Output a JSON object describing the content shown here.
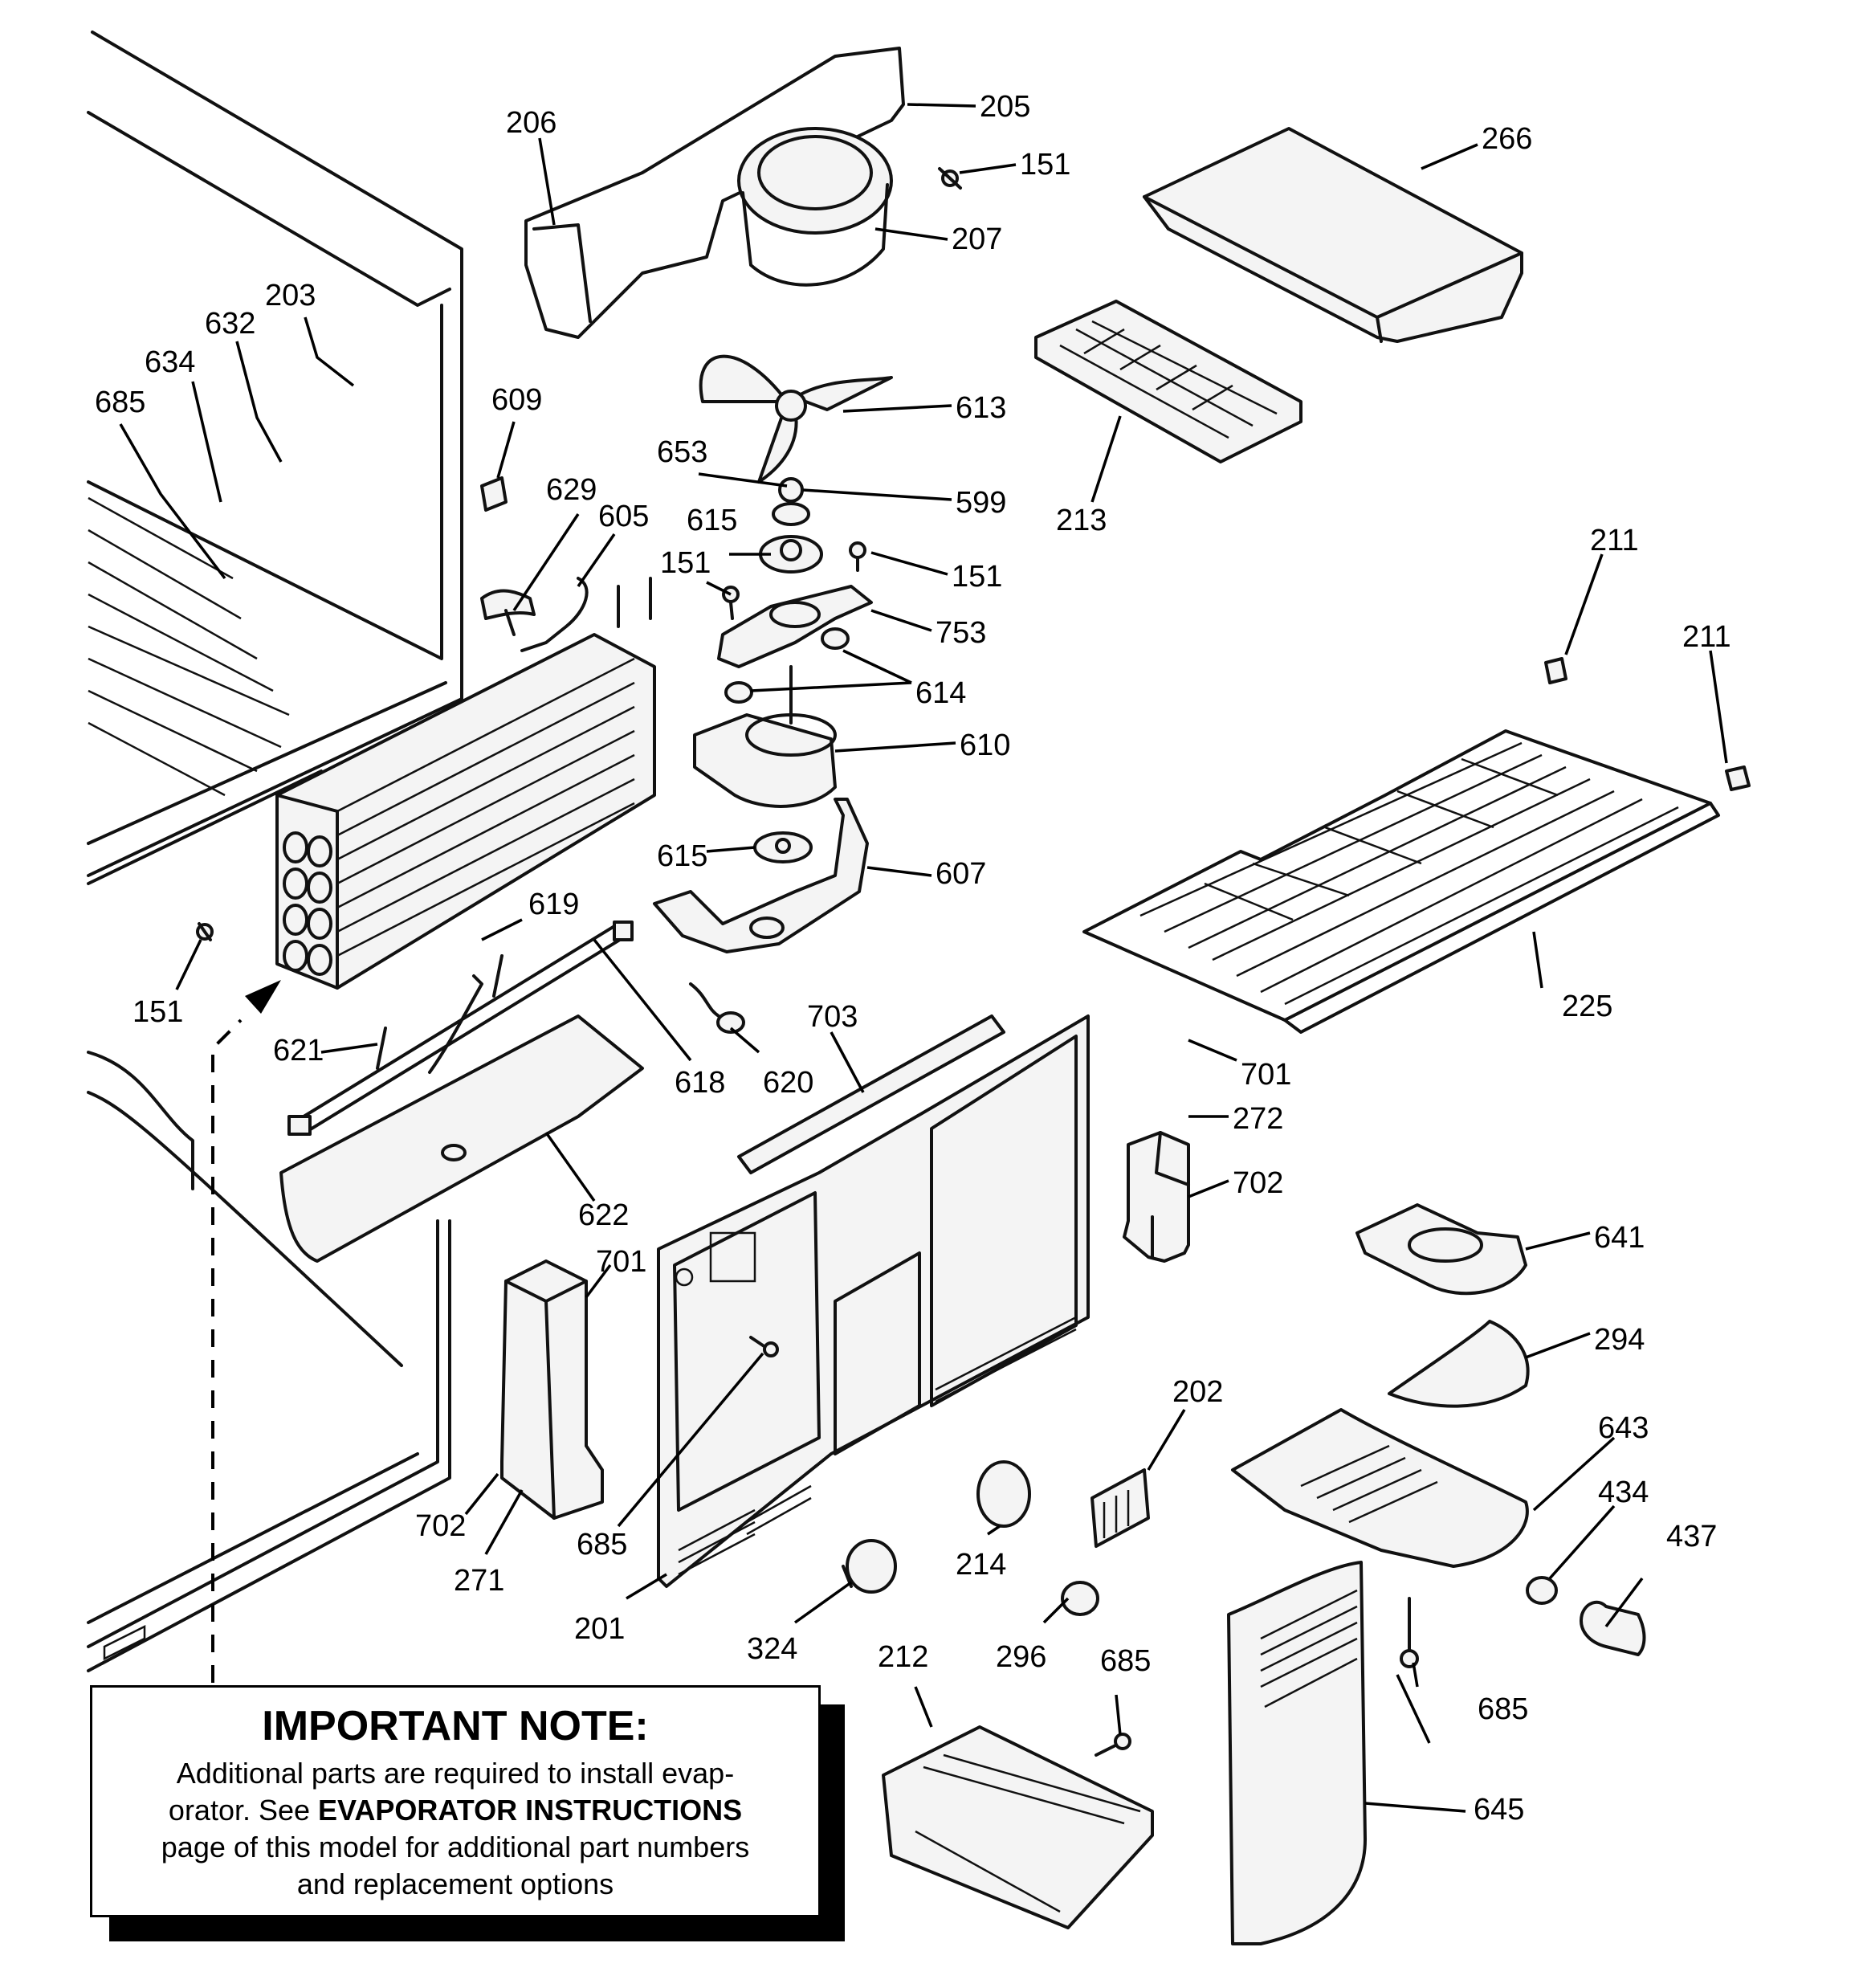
{
  "callouts": [
    {
      "id": "c205",
      "label": "205"
    },
    {
      "id": "c206",
      "label": "206"
    },
    {
      "id": "c151a",
      "label": "151"
    },
    {
      "id": "c207",
      "label": "207"
    },
    {
      "id": "c266",
      "label": "266"
    },
    {
      "id": "c203",
      "label": "203"
    },
    {
      "id": "c632",
      "label": "632"
    },
    {
      "id": "c634",
      "label": "634"
    },
    {
      "id": "c685a",
      "label": "685"
    },
    {
      "id": "c609",
      "label": "609"
    },
    {
      "id": "c613",
      "label": "613"
    },
    {
      "id": "c653",
      "label": "653"
    },
    {
      "id": "c599",
      "label": "599"
    },
    {
      "id": "c213",
      "label": "213"
    },
    {
      "id": "c629",
      "label": "629"
    },
    {
      "id": "c605",
      "label": "605"
    },
    {
      "id": "c615a",
      "label": "615"
    },
    {
      "id": "c151b",
      "label": "151"
    },
    {
      "id": "c151c",
      "label": "151"
    },
    {
      "id": "c753",
      "label": "753"
    },
    {
      "id": "c211a",
      "label": "211"
    },
    {
      "id": "c211b",
      "label": "211"
    },
    {
      "id": "c614",
      "label": "614"
    },
    {
      "id": "c610",
      "label": "610"
    },
    {
      "id": "c615b",
      "label": "615"
    },
    {
      "id": "c607",
      "label": "607"
    },
    {
      "id": "c619",
      "label": "619"
    },
    {
      "id": "c151d",
      "label": "151"
    },
    {
      "id": "c225",
      "label": "225"
    },
    {
      "id": "c621",
      "label": "621"
    },
    {
      "id": "c703",
      "label": "703"
    },
    {
      "id": "c618",
      "label": "618"
    },
    {
      "id": "c620",
      "label": "620"
    },
    {
      "id": "c701a",
      "label": "701"
    },
    {
      "id": "c272",
      "label": "272"
    },
    {
      "id": "c702a",
      "label": "702"
    },
    {
      "id": "c622",
      "label": "622"
    },
    {
      "id": "c641",
      "label": "641"
    },
    {
      "id": "c701b",
      "label": "701"
    },
    {
      "id": "c294",
      "label": "294"
    },
    {
      "id": "c202",
      "label": "202"
    },
    {
      "id": "c643",
      "label": "643"
    },
    {
      "id": "c434",
      "label": "434"
    },
    {
      "id": "c437",
      "label": "437"
    },
    {
      "id": "c702b",
      "label": "702"
    },
    {
      "id": "c685b",
      "label": "685"
    },
    {
      "id": "c214",
      "label": "214"
    },
    {
      "id": "c271",
      "label": "271"
    },
    {
      "id": "c201",
      "label": "201"
    },
    {
      "id": "c324",
      "label": "324"
    },
    {
      "id": "c296",
      "label": "296"
    },
    {
      "id": "c685c",
      "label": "685"
    },
    {
      "id": "c212",
      "label": "212"
    },
    {
      "id": "c685d",
      "label": "685"
    },
    {
      "id": "c645",
      "label": "645"
    }
  ],
  "note": {
    "title": "IMPORTANT NOTE:",
    "line1": "Additional parts are required to install evap-",
    "line2_pre": "orator.  See ",
    "line2_bold": "EVAPORATOR INSTRUCTIONS",
    "line3": "page of this model for additional part numbers",
    "line4": "and replacement options"
  }
}
